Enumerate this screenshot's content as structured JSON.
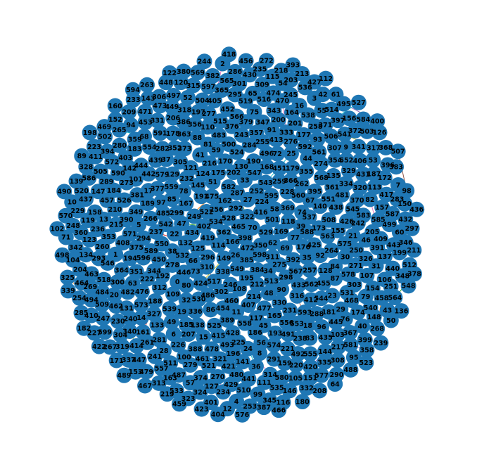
{
  "graph": {
    "type": "network",
    "node_count": 600,
    "node_color": "#1f77b4",
    "background_color": "#ffffff",
    "label_color": "#000000",
    "edge_colors": [
      "#e377c2",
      "#2ca02c",
      "#9467bd",
      "#d62728",
      "#ff7f0e",
      "#17becf",
      "#bcbd22",
      "#8c564b",
      "#ffffff"
    ],
    "node_labels": [
      "0",
      "1",
      "2",
      "3",
      "4",
      "5",
      "6",
      "7",
      "8",
      "9",
      "10",
      "11",
      "12",
      "13",
      "14",
      "15",
      "16",
      "17",
      "18",
      "19",
      "20",
      "21",
      "22",
      "23",
      "24",
      "25",
      "26",
      "27",
      "28",
      "29",
      "30",
      "31",
      "32",
      "33",
      "34",
      "35",
      "36",
      "37",
      "38",
      "39",
      "40",
      "41",
      "42",
      "43",
      "44",
      "45",
      "46",
      "47",
      "48",
      "49",
      "50",
      "51",
      "52",
      "53",
      "54",
      "55",
      "56",
      "57",
      "58",
      "59",
      "60",
      "61",
      "62",
      "63",
      "64",
      "65",
      "66",
      "67",
      "68",
      "69",
      "70",
      "71",
      "72",
      "73",
      "74",
      "75",
      "76",
      "77",
      "78",
      "79",
      "80",
      "81",
      "82",
      "83",
      "84",
      "85",
      "86",
      "87",
      "88",
      "89",
      "90",
      "91",
      "92",
      "93",
      "94",
      "95",
      "96",
      "97",
      "98",
      "99",
      "100",
      "101",
      "102",
      "103",
      "104",
      "105",
      "106",
      "107",
      "108",
      "109",
      "110",
      "111",
      "112",
      "113",
      "114",
      "115",
      "116",
      "117",
      "118",
      "119",
      "120",
      "121",
      "122",
      "123",
      "124",
      "125",
      "126",
      "127",
      "128",
      "129",
      "130",
      "131",
      "132",
      "133",
      "134",
      "135",
      "136",
      "137",
      "138",
      "139",
      "140",
      "141",
      "142",
      "143",
      "144",
      "145",
      "146",
      "147",
      "148",
      "149",
      "150",
      "151",
      "152",
      "153",
      "154",
      "155",
      "156",
      "157",
      "158",
      "159",
      "160",
      "161",
      "162",
      "163",
      "164",
      "165",
      "166",
      "167",
      "168",
      "169",
      "170",
      "171",
      "172",
      "173",
      "174",
      "175",
      "176",
      "177",
      "178",
      "179",
      "180",
      "181",
      "182",
      "183",
      "184",
      "185",
      "186",
      "187",
      "188",
      "189",
      "190",
      "191",
      "192",
      "193",
      "194",
      "195",
      "196",
      "197",
      "198",
      "199",
      "200",
      "201",
      "202",
      "203",
      "204",
      "205",
      "206",
      "207",
      "208",
      "209",
      "210",
      "211",
      "212",
      "213",
      "214",
      "215",
      "216",
      "217",
      "218",
      "219",
      "220",
      "221",
      "222",
      "223",
      "224",
      "225",
      "226",
      "227",
      "228",
      "229",
      "230",
      "231",
      "232",
      "233",
      "234",
      "235",
      "236",
      "237",
      "238",
      "239",
      "240",
      "241",
      "242",
      "243",
      "244",
      "245",
      "246",
      "247",
      "248",
      "249",
      "250",
      "251",
      "252",
      "253",
      "254",
      "255",
      "256",
      "257",
      "258",
      "259",
      "260",
      "261",
      "262",
      "263",
      "264",
      "265",
      "266",
      "267",
      "268",
      "269",
      "270",
      "271",
      "272",
      "273",
      "274",
      "275",
      "276",
      "277",
      "278",
      "279",
      "280",
      "281",
      "282",
      "283",
      "284",
      "285",
      "286",
      "287",
      "288",
      "289",
      "290",
      "291",
      "292",
      "293",
      "294",
      "295",
      "296",
      "297",
      "298",
      "299",
      "300",
      "301",
      "302",
      "303",
      "304",
      "305",
      "306",
      "307",
      "308",
      "309",
      "310",
      "311",
      "312",
      "313",
      "314",
      "315",
      "316",
      "317",
      "318",
      "319",
      "320",
      "321",
      "322",
      "323",
      "324",
      "325",
      "326",
      "327",
      "328",
      "329",
      "330",
      "331",
      "332",
      "333",
      "334",
      "335",
      "336",
      "337",
      "338",
      "339",
      "340",
      "341",
      "342",
      "343",
      "344",
      "345",
      "346",
      "347",
      "348",
      "349",
      "350",
      "351",
      "352",
      "353",
      "354",
      "355",
      "356",
      "357",
      "358",
      "359",
      "360",
      "361",
      "362",
      "363",
      "364",
      "365",
      "366",
      "367",
      "368",
      "369",
      "370",
      "371",
      "372",
      "373",
      "374",
      "375",
      "376",
      "377",
      "378",
      "379",
      "380",
      "381",
      "382",
      "383",
      "384",
      "385",
      "386",
      "387",
      "388",
      "389",
      "390",
      "391",
      "392",
      "393",
      "394",
      "395",
      "396",
      "397",
      "398",
      "399",
      "400",
      "401",
      "402",
      "403",
      "404",
      "405",
      "406",
      "407",
      "408",
      "409",
      "410",
      "411",
      "412",
      "413",
      "414",
      "415",
      "416",
      "417",
      "418",
      "419",
      "420",
      "421",
      "422",
      "423",
      "424",
      "425",
      "426",
      "427",
      "428",
      "429",
      "430",
      "431",
      "432",
      "433",
      "434",
      "435",
      "436",
      "437",
      "438",
      "439",
      "440",
      "441",
      "442",
      "443",
      "444",
      "445",
      "446",
      "447",
      "448",
      "449",
      "450",
      "451",
      "452",
      "453",
      "454",
      "455",
      "456",
      "457",
      "458",
      "459",
      "460",
      "461",
      "462",
      "463",
      "464",
      "465",
      "466",
      "467",
      "468",
      "469",
      "470",
      "471",
      "472",
      "473",
      "474",
      "475",
      "476",
      "477",
      "478",
      "479",
      "480",
      "481",
      "482",
      "483",
      "484",
      "485",
      "486",
      "487",
      "488",
      "489",
      "490",
      "491",
      "492",
      "493",
      "494",
      "495",
      "496",
      "497",
      "498",
      "499",
      "500",
      "501",
      "502",
      "503",
      "504",
      "505",
      "506",
      "507",
      "508",
      "509",
      "510",
      "511",
      "512",
      "513",
      "514",
      "515",
      "516",
      "517",
      "518",
      "519",
      "520",
      "521",
      "522",
      "523",
      "524",
      "525",
      "526",
      "527",
      "528",
      "529",
      "530",
      "531",
      "532",
      "533",
      "534",
      "535",
      "536",
      "537",
      "538",
      "539",
      "540",
      "541",
      "542",
      "543",
      "544",
      "545",
      "546",
      "547",
      "548",
      "549",
      "550",
      "551",
      "552",
      "553",
      "554",
      "555",
      "556",
      "557",
      "558",
      "559",
      "560",
      "561",
      "562",
      "563",
      "564",
      "565",
      "566",
      "567",
      "568",
      "569",
      "570",
      "571",
      "572",
      "573",
      "574",
      "575",
      "576",
      "577",
      "578",
      "579",
      "580",
      "581",
      "582",
      "583",
      "584",
      "585",
      "586",
      "587",
      "588",
      "589",
      "590",
      "591",
      "592",
      "593",
      "594",
      "595",
      "596",
      "597",
      "598",
      "599"
    ]
  }
}
